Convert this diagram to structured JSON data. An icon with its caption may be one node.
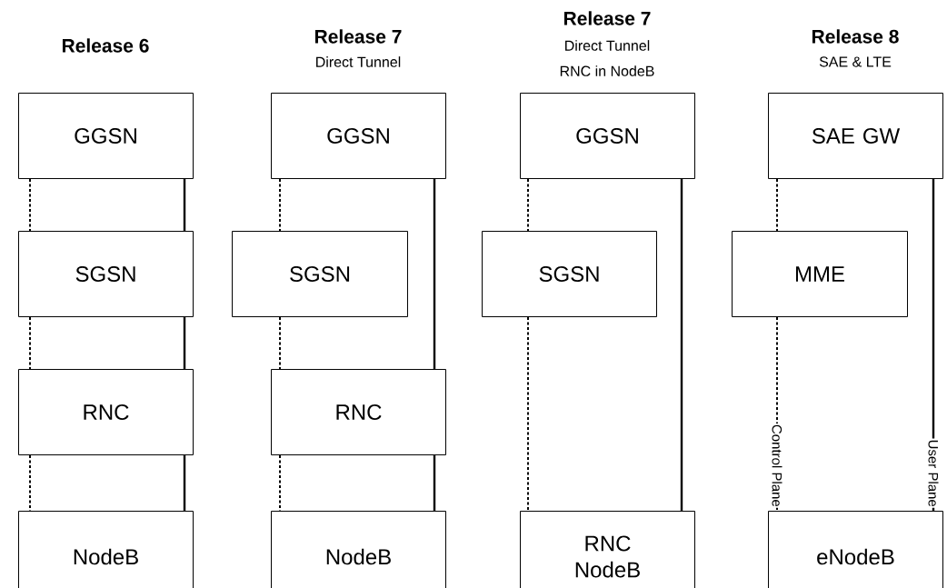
{
  "diagram": {
    "nodes": [
      {
        "text": [
          "GGSN"
        ]
      },
      {
        "text": [
          "SGSN"
        ]
      },
      {
        "text": [
          "RNC"
        ]
      },
      {
        "text": [
          "NodeB"
        ]
      },
      {
        "text": [
          "GGSN"
        ]
      },
      {
        "text": [
          "SGSN"
        ]
      },
      {
        "text": [
          "RNC"
        ]
      },
      {
        "text": [
          "NodeB"
        ]
      },
      {
        "text": [
          "GGSN"
        ]
      },
      {
        "text": [
          "SGSN"
        ]
      },
      {
        "text": [
          "RNC NodeB"
        ]
      },
      {
        "text": [
          "SAE GW"
        ]
      },
      {
        "text": [
          "MME"
        ]
      },
      {
        "text": [
          "eNodeB"
        ]
      }
    ],
    "edges": [
      {
        "from": 0,
        "to": 1,
        "arrow": "none",
        "style": "dashed"
      },
      {
        "from": 1,
        "to": 2,
        "arrow": "none",
        "style": "dashed"
      },
      {
        "from": 2,
        "to": 3,
        "arrow": "none",
        "style": "dashed"
      },
      {
        "from": 0,
        "to": 1,
        "arrow": "none"
      },
      {
        "from": 1,
        "to": 2,
        "arrow": "none"
      },
      {
        "from": 2,
        "to": 3,
        "arrow": "none"
      },
      {
        "from": 4,
        "to": 5,
        "arrow": "none",
        "style": "dashed"
      },
      {
        "from": 5,
        "to": 6,
        "arrow": "none",
        "style": "dashed"
      },
      {
        "from": 6,
        "to": 7,
        "arrow": "none",
        "style": "dashed"
      },
      {
        "from": 4,
        "to": 6,
        "arrow": "none"
      },
      {
        "from": 6,
        "to": 7,
        "arrow": "none"
      },
      {
        "from": 8,
        "to": 9,
        "arrow": "none",
        "style": "dashed"
      },
      {
        "from": 9,
        "to": 10,
        "arrow": "none",
        "style": "dashed"
      },
      {
        "from": 8,
        "to": 10,
        "arrow": "none"
      },
      {
        "from": 11,
        "to": 12,
        "arrow": "none",
        "style": "dashed"
      },
      {
        "from": 12,
        "to": 13,
        "arrow": "none",
        "style": "dashed",
        "label": "Control Plane"
      },
      {
        "from": 11,
        "to": 13,
        "arrow": "none",
        "label": "User Plane"
      }
    ],
    "labels": [
      "Release 6",
      "Release 7",
      "Direct Tunnel",
      "Release 7",
      "Direct Tunnel",
      "RNC in NodeB",
      "Release 8",
      "SAE & LTE"
    ]
  }
}
